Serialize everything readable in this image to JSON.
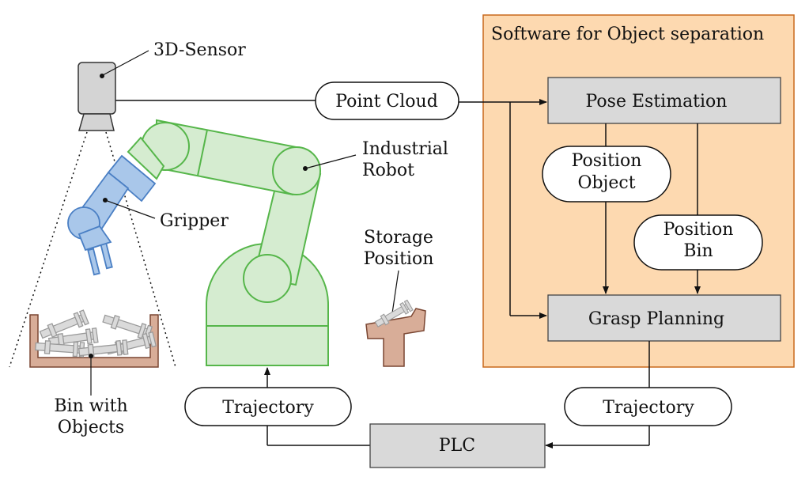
{
  "labels": {
    "sensor": "3D-Sensor",
    "robot_line1": "Industrial",
    "robot_line2": "Robot",
    "gripper": "Gripper",
    "storage_line1": "Storage",
    "storage_line2": "Position",
    "bin_line1": "Bin with",
    "bin_line2": "Objects",
    "software_title": "Software for Object separation",
    "point_cloud": "Point Cloud",
    "pose_estimation": "Pose Estimation",
    "position_object_line1": "Position",
    "position_object_line2": "Object",
    "position_bin_line1": "Position",
    "position_bin_line2": "Bin",
    "grasp_planning": "Grasp Planning",
    "trajectory_left": "Trajectory",
    "trajectory_right": "Trajectory",
    "plc": "PLC"
  },
  "colors": {
    "software_panel_fill": "#fdd9b0",
    "software_panel_stroke": "#c8691c",
    "process_box_fill": "#d9d9d9",
    "robot_fill": "#d5ecd0",
    "robot_stroke": "#56b64a",
    "gripper_fill": "#a9c7ea",
    "gripper_stroke": "#4a7fc4",
    "bin_fill": "#d8ad98",
    "bin_stroke": "#7a4632",
    "part_fill": "#dadada",
    "part_stroke": "#9a9a9a"
  }
}
